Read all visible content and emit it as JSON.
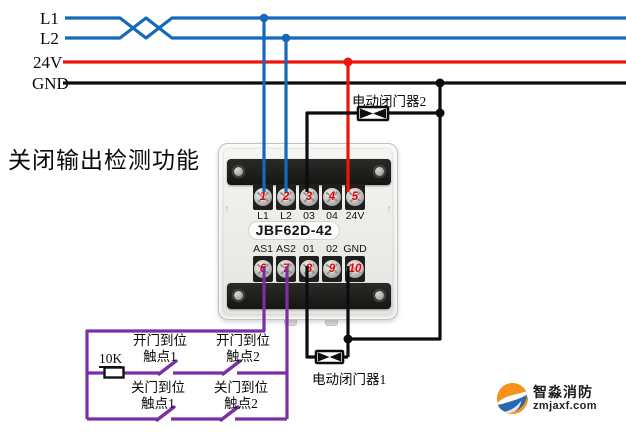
{
  "title": "关闭输出检测功能",
  "buses": {
    "l1": "L1",
    "l2": "L2",
    "v24": "24V",
    "gnd": "GND"
  },
  "module": {
    "model": "JBF62D-42",
    "top_terminals": [
      {
        "num": "1",
        "label": "L1"
      },
      {
        "num": "2",
        "label": "L2"
      },
      {
        "num": "3",
        "label": "03"
      },
      {
        "num": "4",
        "label": "04"
      },
      {
        "num": "5",
        "label": "24V"
      }
    ],
    "bottom_terminals": [
      {
        "num": "6",
        "label": "AS1"
      },
      {
        "num": "7",
        "label": "AS2"
      },
      {
        "num": "8",
        "label": "01"
      },
      {
        "num": "9",
        "label": "02"
      },
      {
        "num": "10",
        "label": "GND"
      }
    ]
  },
  "devices": {
    "door_closer_2": "电动闭门器2",
    "door_closer_1": "电动闭门器1"
  },
  "circuit": {
    "resistor_label": "10K",
    "switch_open_1": {
      "line1": "开门到位",
      "line2": "触点1"
    },
    "switch_open_2": {
      "line1": "开门到位",
      "line2": "触点2"
    },
    "switch_close_1": {
      "line1": "关门到位",
      "line2": "触点1"
    },
    "switch_close_2": {
      "line1": "关门到位",
      "line2": "触点2"
    }
  },
  "logo": {
    "name": "智淼消防",
    "site": "zmjaxf.com"
  },
  "colors": {
    "wire_blue": "#1668b8",
    "wire_red": "#ec1509",
    "wire_black": "#0d0d0d",
    "wire_purple": "#7b2fa6",
    "terminal_number": "#e60000",
    "logo_orange": "#f6921e",
    "logo_blue": "#2a67b1"
  }
}
